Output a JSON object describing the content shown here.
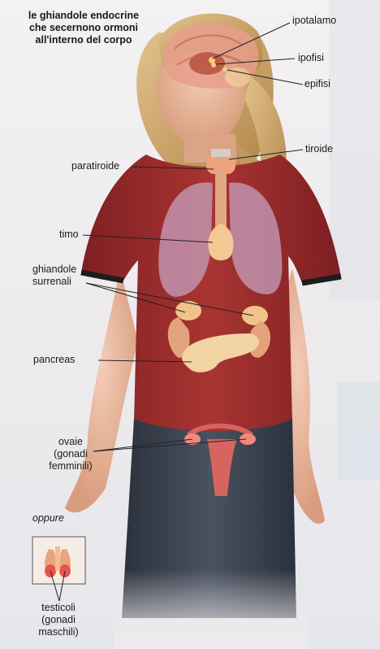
{
  "title_lines": [
    "le ghiandole endocrine",
    "che secernono ormoni",
    "all'interno del corpo"
  ],
  "labels": {
    "ipotalamo": "ipotalamo",
    "ipofisi": "ipofisi",
    "epifisi": "epifisi",
    "tiroide": "tiroide",
    "paratiroide": "paratiroide",
    "timo": "timo",
    "ghiandole_surrenali": [
      "ghiandole",
      "surrenali"
    ],
    "pancreas": "pancreas",
    "ovaie": [
      "ovaie",
      "(gonadi",
      "femminili)"
    ],
    "oppure": "oppure",
    "testicoli": [
      "testicoli",
      "(gonadi",
      "maschili)"
    ]
  },
  "colors": {
    "shirt": "#9b2b2b",
    "skin": "#e8b9a0",
    "hair": "#c7a26a",
    "jeans": "#3d4451",
    "gland": "#f3c98f"
  }
}
